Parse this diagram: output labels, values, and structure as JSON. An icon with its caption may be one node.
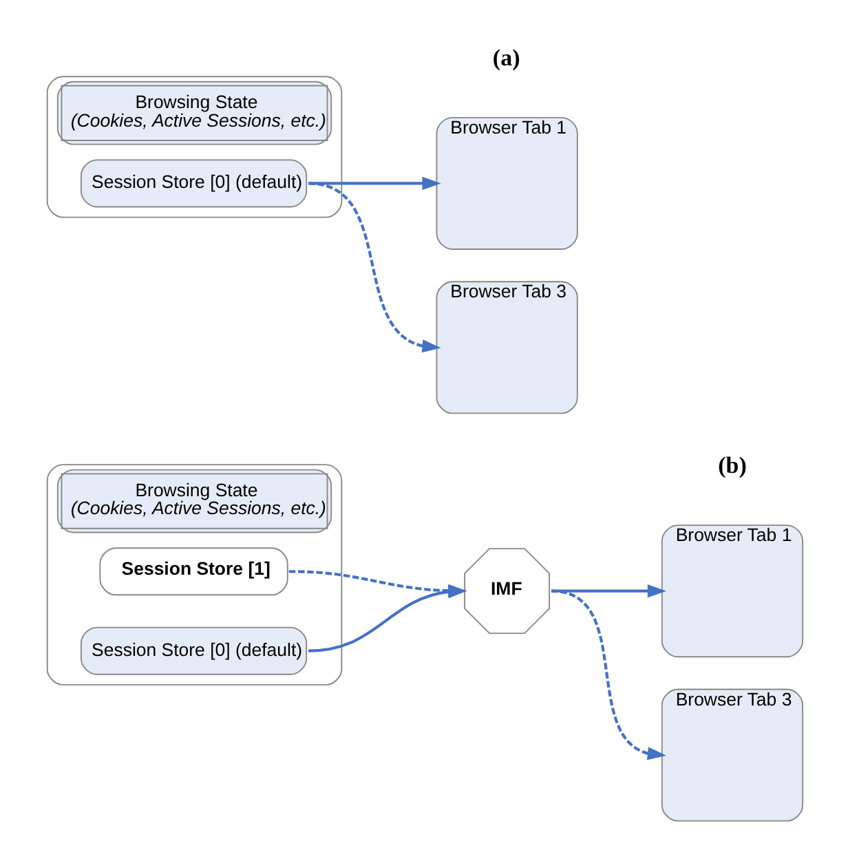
{
  "diagram": {
    "nodes": [
      {
        "text": [
          "Browsing State",
          "(Cookies, Active Sessions, etc.)"
        ]
      },
      {
        "text": [
          "Session Store [0] (default)"
        ],
        "in": 0
      },
      {
        "text": [
          "Browser Tab 1"
        ]
      },
      {
        "text": [
          "Browser Tab 3"
        ]
      },
      {
        "text": [
          "Browsing State",
          "(Cookies, Active Sessions, etc.)"
        ]
      },
      {
        "text": [
          "Session Store [0] (default)"
        ],
        "in": 4
      },
      {
        "text": [
          "Session Store [1]"
        ],
        "in": 4
      },
      {
        "text": [
          "IMF"
        ]
      },
      {
        "text": [
          "Browser Tab 1"
        ]
      },
      {
        "text": [
          "Browser Tab 3"
        ]
      }
    ],
    "edges": [
      {
        "from": 1,
        "to": 2,
        "arrow": "to"
      },
      {
        "from": 1,
        "to": 3,
        "arrow": "to",
        "style": "dashed"
      },
      {
        "from": 5,
        "to": 7,
        "arrow": "to"
      },
      {
        "from": 6,
        "to": 7,
        "arrow": "to",
        "style": "dashed"
      },
      {
        "from": 7,
        "to": 8,
        "arrow": "to"
      },
      {
        "from": 7,
        "to": 9,
        "arrow": "to",
        "style": "dashed"
      }
    ],
    "labels": [
      "(a)",
      "(b)"
    ]
  }
}
